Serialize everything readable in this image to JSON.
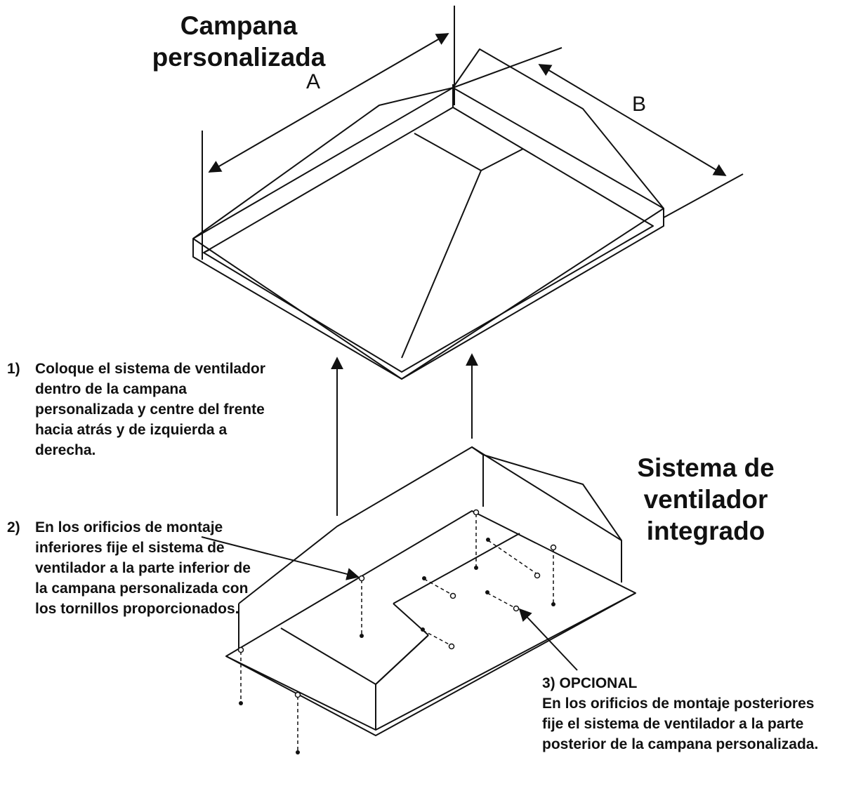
{
  "titles": {
    "hood_line1": "Campana",
    "hood_line2": "personalizada",
    "fan_line1": "Sistema de ventilador",
    "fan_line2": "integrado"
  },
  "dimensions": {
    "a": "A",
    "b": "B"
  },
  "steps": [
    {
      "number": "1)",
      "text": "Coloque el sistema de ventilador dentro de la campana personalizada y centre del frente hacia atrás y de izquierda a derecha."
    },
    {
      "number": "2)",
      "text": "En los orificios de montaje inferiores fije el sistema de ventilador a la parte inferior de la campana personalizada con los tornillos proporcionados."
    },
    {
      "number": "3)",
      "heading": "3) OPCIONAL",
      "text": "En los orificios de montaje posteriores fije el sistema de ventilador a la parte posterior de la campana personalizada."
    }
  ]
}
